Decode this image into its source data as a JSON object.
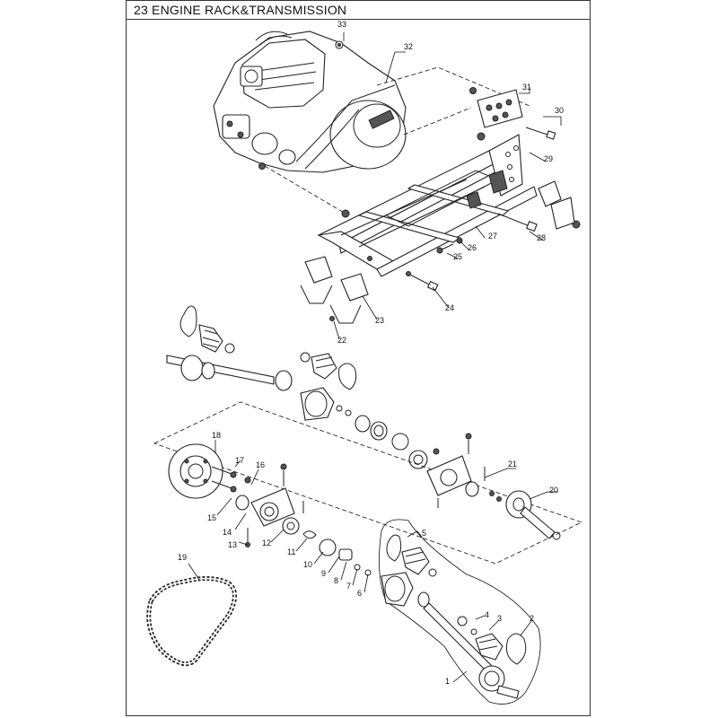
{
  "title": "23  ENGINE RACK&TRANSMISSION",
  "callouts": [
    {
      "id": "c1",
      "label": "1"
    },
    {
      "id": "c2",
      "label": "2"
    },
    {
      "id": "c3",
      "label": "3"
    },
    {
      "id": "c4",
      "label": "4"
    },
    {
      "id": "c5",
      "label": "5"
    },
    {
      "id": "c6",
      "label": "6"
    },
    {
      "id": "c7",
      "label": "7"
    },
    {
      "id": "c8",
      "label": "8"
    },
    {
      "id": "c9",
      "label": "9"
    },
    {
      "id": "c10",
      "label": "10"
    },
    {
      "id": "c11",
      "label": "11"
    },
    {
      "id": "c12",
      "label": "12"
    },
    {
      "id": "c13",
      "label": "13"
    },
    {
      "id": "c14",
      "label": "14"
    },
    {
      "id": "c15",
      "label": "15"
    },
    {
      "id": "c16",
      "label": "16"
    },
    {
      "id": "c17",
      "label": "17"
    },
    {
      "id": "c18",
      "label": "18"
    },
    {
      "id": "c19",
      "label": "19"
    },
    {
      "id": "c20",
      "label": "20"
    },
    {
      "id": "c21",
      "label": "21"
    },
    {
      "id": "c22",
      "label": "22"
    },
    {
      "id": "c23",
      "label": "23"
    },
    {
      "id": "c24",
      "label": "24"
    },
    {
      "id": "c25",
      "label": "25"
    },
    {
      "id": "c26",
      "label": "26"
    },
    {
      "id": "c27",
      "label": "27"
    },
    {
      "id": "c28",
      "label": "28"
    },
    {
      "id": "c29",
      "label": "29"
    },
    {
      "id": "c30",
      "label": "30"
    },
    {
      "id": "c31",
      "label": "31"
    },
    {
      "id": "c32",
      "label": "32"
    },
    {
      "id": "c33",
      "label": "33"
    }
  ]
}
